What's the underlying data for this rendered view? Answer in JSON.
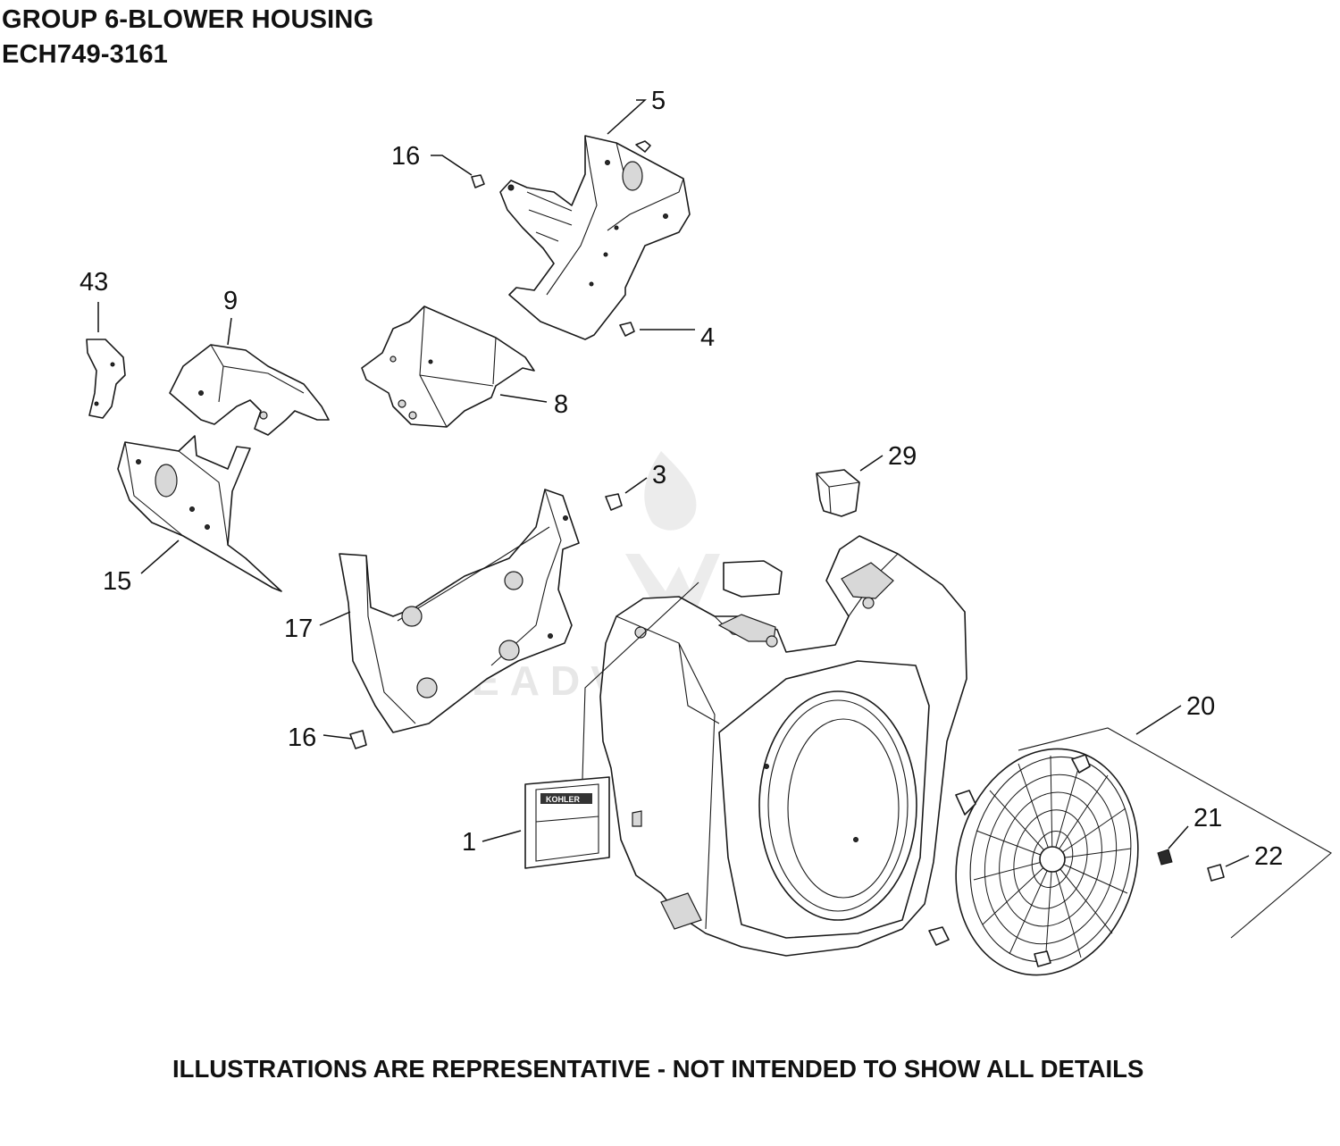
{
  "header": {
    "title_line1": "GROUP 6-BLOWER HOUSING",
    "title_line2": "ECH749-3161"
  },
  "footer": {
    "note": "ILLUSTRATIONS ARE REPRESENTATIVE - NOT INTENDED TO SHOW ALL DETAILS"
  },
  "watermark": {
    "text": "LEADVENTURE"
  },
  "callouts": {
    "c5": "5",
    "c16_top": "16",
    "c4": "4",
    "c43": "43",
    "c9": "9",
    "c8": "8",
    "c3": "3",
    "c29": "29",
    "c15": "15",
    "c17": "17",
    "c16_bottom": "16",
    "c20": "20",
    "c21": "21",
    "c22": "22",
    "c1": "1"
  },
  "decal_text": "KOHLER"
}
